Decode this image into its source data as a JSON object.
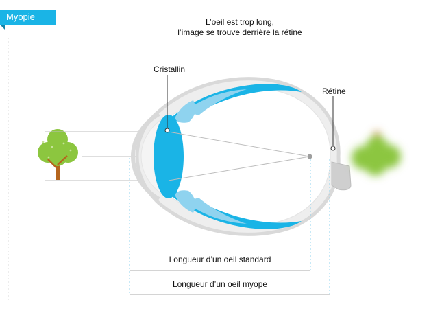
{
  "tag": {
    "label": "Myopie"
  },
  "caption": {
    "line1": "L’oeil est trop long,",
    "line2": "l’image  se trouve derrière la rétine"
  },
  "labels": {
    "cristallin": "Cristallin",
    "retine": "Rétine",
    "standard_length": "Longueur d’un oeil standard",
    "myope_length": "Longueur d’un oeil myope"
  },
  "colors": {
    "accent": "#1ab4e6",
    "eye_outline": "#d9d9d9",
    "eye_fill": "#eeeeee",
    "tree_green": "#8cc63f",
    "tree_trunk": "#b5651d",
    "dotted_guide": "#8fd3ef"
  },
  "icons": {
    "object": "tree-icon",
    "blurred_image": "blurred-tree-icon"
  }
}
